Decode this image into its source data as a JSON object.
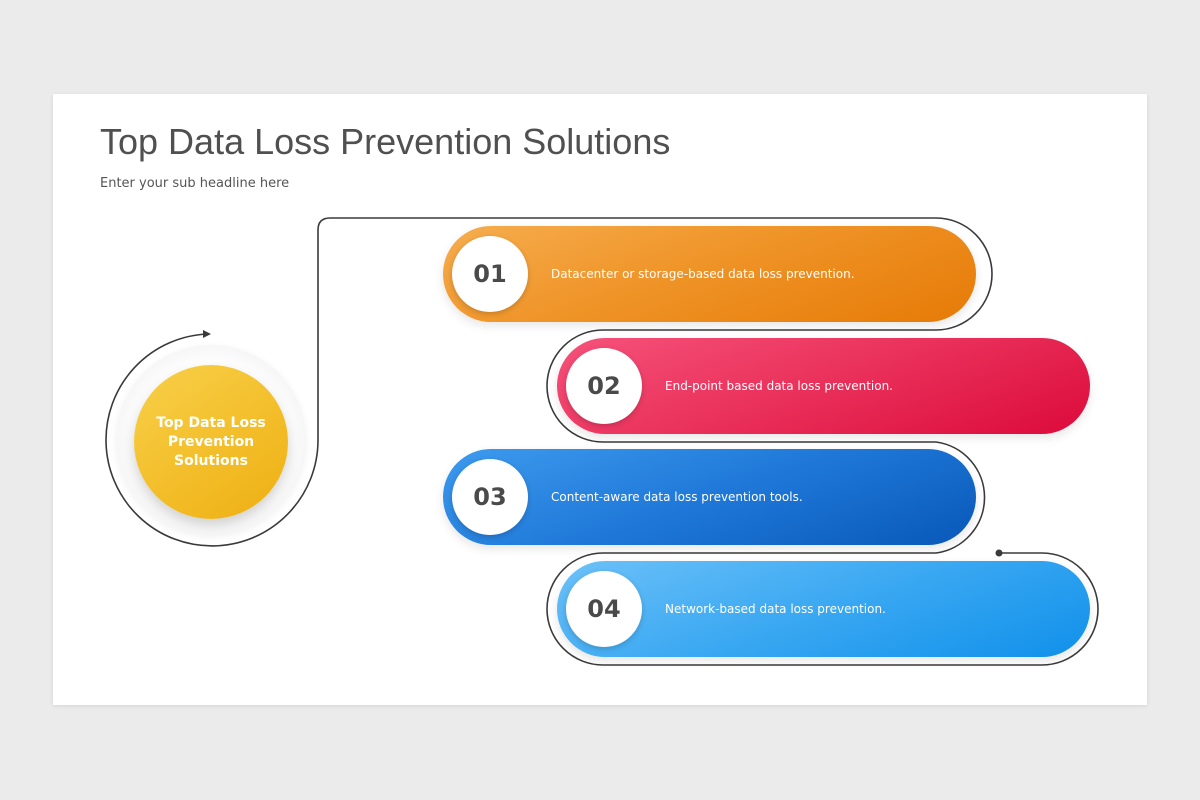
{
  "title": "Top Data Loss Prevention Solutions",
  "subtitle": "Enter your sub headline here",
  "hub": {
    "label": "Top Data Loss Prevention Solutions",
    "color": "#f3be2a"
  },
  "steps": [
    {
      "number": "01",
      "text": "Datacenter or storage-based data loss prevention.",
      "color": "#ef9428"
    },
    {
      "number": "02",
      "text": "End-point based data loss prevention.",
      "color": "#e9305a"
    },
    {
      "number": "03",
      "text": "Content-aware data loss prevention tools.",
      "color": "#1f78d8"
    },
    {
      "number": "04",
      "text": "Network-based data loss prevention.",
      "color": "#3aa8f2"
    }
  ]
}
